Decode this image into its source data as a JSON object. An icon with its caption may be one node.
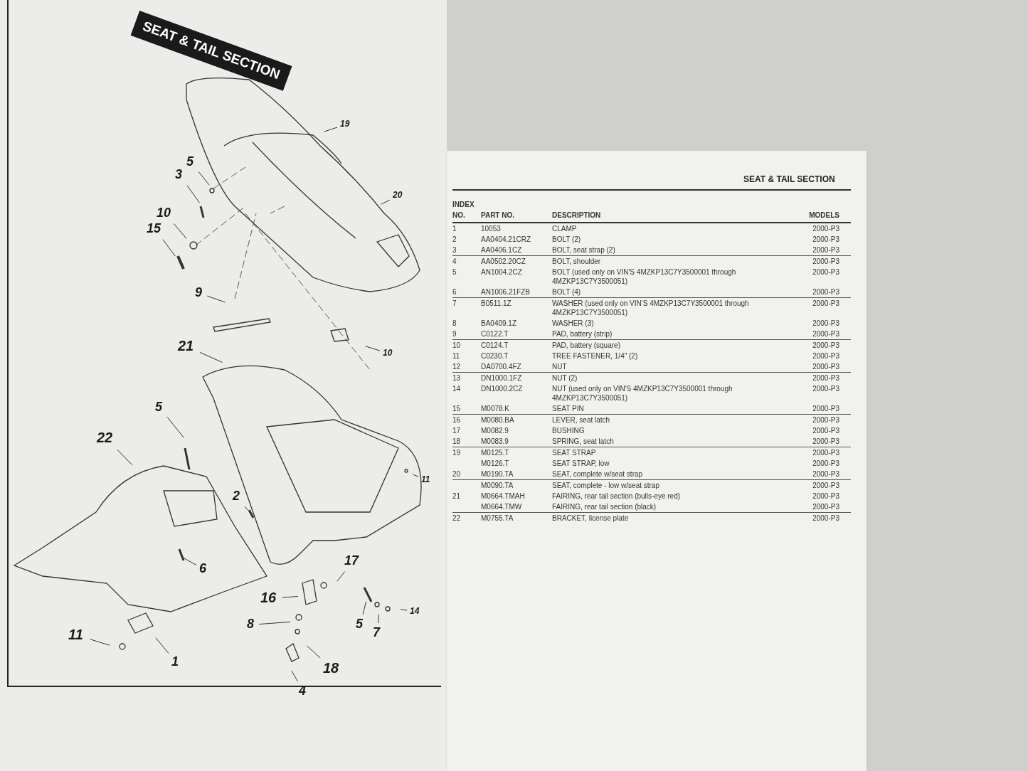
{
  "diagram": {
    "title": "SEAT & TAIL SECTION",
    "nodes": [
      {
        "text": [
          "19"
        ]
      },
      {
        "text": [
          "5"
        ]
      },
      {
        "text": [
          "20"
        ]
      },
      {
        "text": [
          "3"
        ]
      },
      {
        "text": [
          "10"
        ]
      },
      {
        "text": [
          "15"
        ]
      },
      {
        "text": [
          "9"
        ]
      },
      {
        "text": [
          "10"
        ]
      },
      {
        "text": [
          "21"
        ]
      },
      {
        "text": [
          "5"
        ]
      },
      {
        "text": [
          "22"
        ]
      },
      {
        "text": [
          "11"
        ]
      },
      {
        "text": [
          "2"
        ]
      },
      {
        "text": [
          "6"
        ]
      },
      {
        "text": [
          "17"
        ]
      },
      {
        "text": [
          "16"
        ]
      },
      {
        "text": [
          "5"
        ]
      },
      {
        "text": [
          "14"
        ]
      },
      {
        "text": [
          "8"
        ]
      },
      {
        "text": [
          "7"
        ]
      },
      {
        "text": [
          "11"
        ]
      },
      {
        "text": [
          "1"
        ]
      },
      {
        "text": [
          "18"
        ]
      },
      {
        "text": [
          "4"
        ]
      }
    ],
    "edges": [
      {
        "from": 0,
        "to": null,
        "arrow": "none"
      },
      {
        "from": 1,
        "to": null,
        "arrow": "none"
      },
      {
        "from": 2,
        "to": null,
        "arrow": "none"
      },
      {
        "from": 3,
        "to": null,
        "arrow": "none"
      },
      {
        "from": 4,
        "to": null,
        "arrow": "none"
      },
      {
        "from": 5,
        "to": null,
        "arrow": "none"
      },
      {
        "from": 6,
        "to": null,
        "arrow": "none"
      },
      {
        "from": 7,
        "to": null,
        "arrow": "none"
      },
      {
        "from": 8,
        "to": null,
        "arrow": "none"
      },
      {
        "from": 9,
        "to": null,
        "arrow": "none"
      },
      {
        "from": 10,
        "to": null,
        "arrow": "none"
      },
      {
        "from": 11,
        "to": null,
        "arrow": "none"
      },
      {
        "from": 12,
        "to": null,
        "arrow": "none"
      },
      {
        "from": 13,
        "to": null,
        "arrow": "none"
      },
      {
        "from": 14,
        "to": null,
        "arrow": "none"
      },
      {
        "from": 15,
        "to": null,
        "arrow": "none"
      },
      {
        "from": 16,
        "to": null,
        "arrow": "none"
      },
      {
        "from": 17,
        "to": null,
        "arrow": "none"
      },
      {
        "from": 18,
        "to": null,
        "arrow": "none"
      },
      {
        "from": 19,
        "to": null,
        "arrow": "none"
      },
      {
        "from": 20,
        "to": null,
        "arrow": "none"
      },
      {
        "from": 21,
        "to": null,
        "arrow": "none"
      },
      {
        "from": 22,
        "to": null,
        "arrow": "none"
      },
      {
        "from": 23,
        "to": null,
        "arrow": "none"
      }
    ],
    "labels": [
      "SEAT & TAIL SECTION",
      "INDEX NO.",
      "PART NO.",
      "DESCRIPTION",
      "MODELS",
      "1",
      "10053",
      "CLAMP",
      "2000-P3",
      "2",
      "AA0404.21CRZ",
      "BOLT (2)",
      "2000-P3",
      "3",
      "AA0406.1CZ",
      "BOLT, seat strap (2)",
      "2000-P3",
      "4",
      "AA0502.20CZ",
      "BOLT, shoulder",
      "2000-P3",
      "5",
      "AN1004.2CZ",
      "BOLT (used only on VIN'S 4MZKP13C7Y3500001 through 4MZKP13C7Y3500051)",
      "2000-P3",
      "6",
      "AN1006.21FZB",
      "BOLT (4)",
      "2000-P3",
      "7",
      "B0511.1Z",
      "WASHER (used only on VIN'S 4MZKP13C7Y3500001 through 4MZKP13C7Y3500051)",
      "2000-P3",
      "8",
      "BA0409.1Z",
      "WASHER (3)",
      "2000-P3",
      "9",
      "C0122.T",
      "PAD, battery (strip)",
      "2000-P3",
      "10",
      "C0124.T",
      "PAD, battery (square)",
      "2000-P3",
      "11",
      "C0230.T",
      "TREE FASTENER, 1/4\" (2)",
      "2000-P3",
      "12",
      "DA0700.4FZ",
      "NUT",
      "2000-P3",
      "13",
      "DN1000.1FZ",
      "NUT (2)",
      "2000-P3",
      "14",
      "DN1000.2CZ",
      "NUT (used only on VIN'S 4MZKP13C7Y3500001 through 4MZKP13C7Y3500051)",
      "2000-P3",
      "15",
      "M0078.K",
      "SEAT PIN",
      "2000-P3",
      "16",
      "M0080.BA",
      "LEVER, seat latch",
      "2000-P3",
      "17",
      "M0082.9",
      "BUSHING",
      "2000-P3",
      "18",
      "M0083.9",
      "SPRING, seat latch",
      "2000-P3",
      "19",
      "M0125.T",
      "SEAT STRAP",
      "2000-P3",
      "M0126.T",
      "SEAT STRAP, low",
      "2000-P3",
      "20",
      "M0190.TA",
      "SEAT, complete w/seat strap",
      "2000-P3",
      "M0090.TA",
      "SEAT, complete - low w/seat strap",
      "2000-P3",
      "21",
      "M0664.TMAH",
      "FAIRING, rear tail section (bulls-eye red)",
      "2000-P3",
      "M0664.TMW",
      "FAIRING, rear tail section (black)",
      "2000-P3",
      "22",
      "M0755.TA",
      "BRACKET, license plate",
      "2000-P3"
    ]
  }
}
